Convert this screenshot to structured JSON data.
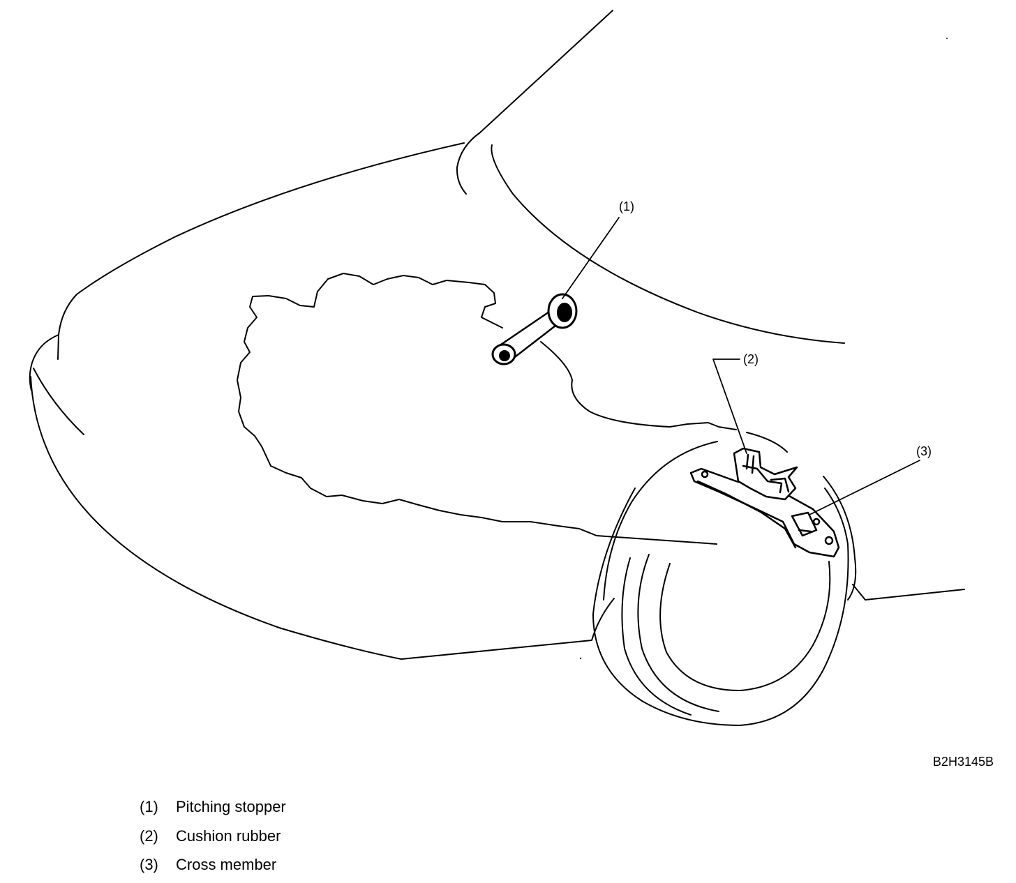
{
  "figure_id": "B2H3145B",
  "callouts": [
    {
      "number": "(1)",
      "text": "Pitching stopper"
    },
    {
      "number": "(2)",
      "text": "Cushion rubber"
    },
    {
      "number": "(3)",
      "text": "Cross member"
    }
  ],
  "colors": {
    "ink": "#000000",
    "paper": "#ffffff"
  }
}
